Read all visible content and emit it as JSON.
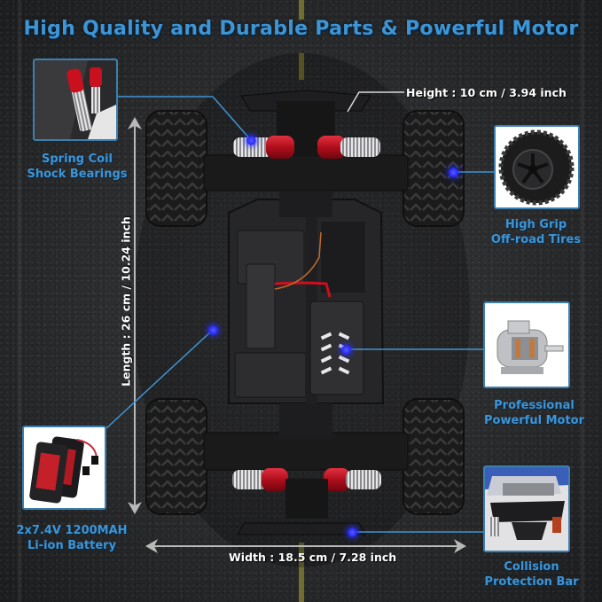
{
  "header": {
    "title": "High Quality and Durable Parts & Powerful Motor"
  },
  "features": [
    {
      "id": "shock",
      "lines": [
        "Spring Coil",
        "Shock Bearings"
      ],
      "image": "red spring coil shock absorbers close-up"
    },
    {
      "id": "tires",
      "lines": [
        "High Grip",
        "Off-road Tires"
      ],
      "image": "black off-road tire with spoked rim"
    },
    {
      "id": "motor",
      "lines": [
        "Professional",
        "Powerful Motor"
      ],
      "image": "cutaway electric motor"
    },
    {
      "id": "bumper",
      "lines": [
        "Collision",
        "Protection Bar"
      ],
      "image": "front bumper of RC truck"
    },
    {
      "id": "battery",
      "lines": [
        "2x7.4V 1200MAH",
        "Li-ion Battery"
      ],
      "image": "two red and black battery packs"
    }
  ],
  "dimensions": {
    "height": "Height : 10 cm / 3.94 inch",
    "length": "Length : 26 cm / 10.24 inch",
    "width": "Width : 18.5 cm / 7.28 inch"
  },
  "colors": {
    "accent": "#3d95d6",
    "background": "#2a2b2d",
    "shock_red": "#c8101e",
    "marker_blue": "#2a2cff"
  }
}
